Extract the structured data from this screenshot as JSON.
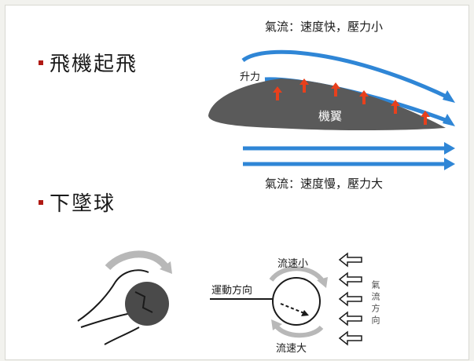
{
  "bullets": {
    "takeoff": "飛機起飛",
    "sinker": "下墜球"
  },
  "airfoil": {
    "top_airflow_label": "氣流：速度快，壓力小",
    "bottom_airflow_label": "氣流：速度慢，壓力大",
    "lift_label": "升力",
    "wing_label": "機翼"
  },
  "ball": {
    "motion_direction_label": "運動方向",
    "top_flow_label": "流速小",
    "bottom_flow_label": "流速大",
    "airflow_direction_label": "氣流方向"
  },
  "colors": {
    "bullet": "#b01a14",
    "airflow_arrow": "#2f86d6",
    "lift_arrow": "#e8401c",
    "wing": "#5a5a5a",
    "rotation_arrow": "#b8b8b8"
  }
}
